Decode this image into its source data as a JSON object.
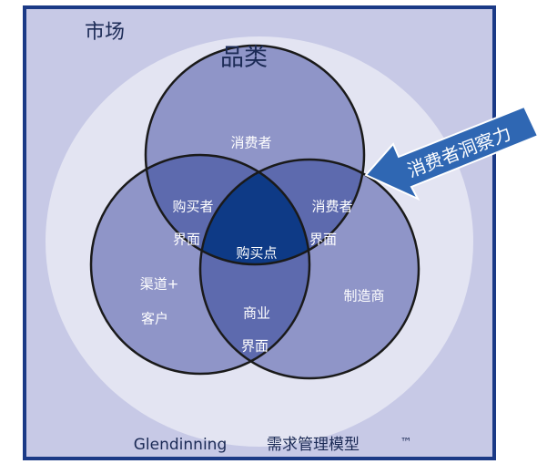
{
  "labels": {
    "market": "市场",
    "category": "品类",
    "consumer": "消费者",
    "consumer_interface_line1": "消费者",
    "consumer_interface_line2": "界面",
    "shopper_interface_line1": "购买者",
    "shopper_interface_line2": "界面",
    "purchase_point": "购买点",
    "channel_line1": "渠道+",
    "channel_line2": "客户",
    "business_interface_line1": "商业",
    "business_interface_line2": "界面",
    "manufacturer": "制造商",
    "insight_arrow": "消费者洞察力",
    "footer_brand": "Glendinning",
    "footer_model": "需求管理模型",
    "footer_tm": "™"
  },
  "colors": {
    "frame_border": "#1b3a86",
    "market_bg": "#c7c9e6",
    "category_ring": "#e3e4f2",
    "circle_fill": "#8f95c8",
    "overlap2": "#5d6aae",
    "center": "#0e3a86",
    "arrow_fill": "#2f67b3",
    "dark_text": "#1b2a55"
  }
}
